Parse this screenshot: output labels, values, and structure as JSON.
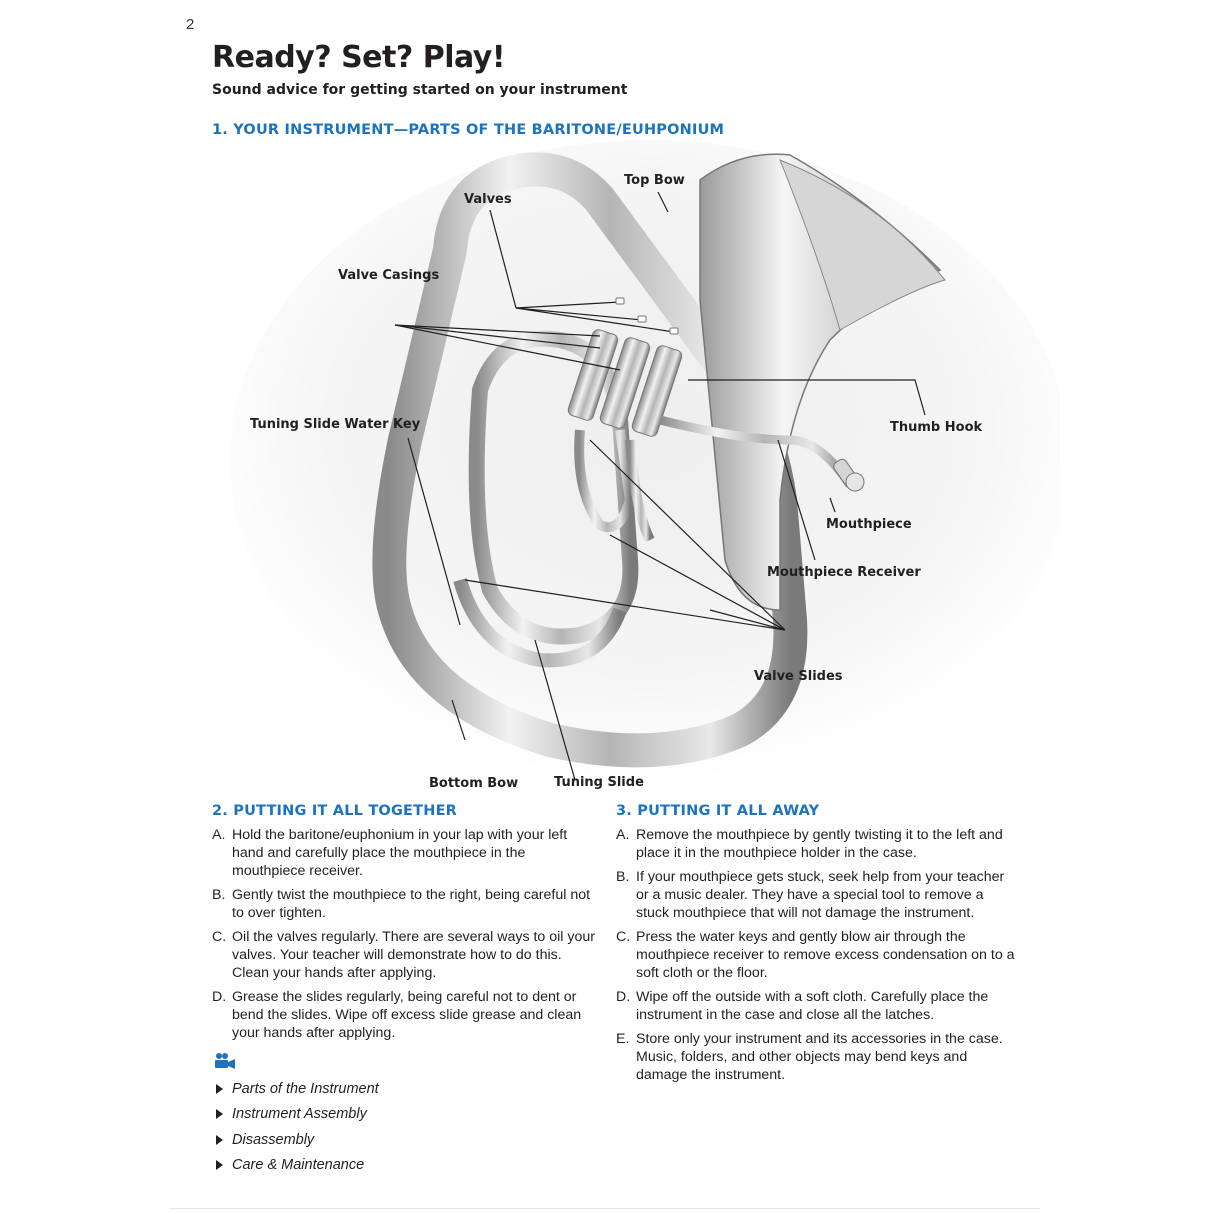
{
  "page_number": "2",
  "title": "Ready? Set? Play!",
  "subtitle": "Sound advice for getting started on your instrument",
  "section1": {
    "heading": "1. YOUR INSTRUMENT—PARTS OF THE BARITONE/EUHPONIUM",
    "labels": {
      "top_bow": "Top Bow",
      "valves": "Valves",
      "valve_casings": "Valve Casings",
      "tuning_slide_water_key": "Tuning Slide Water Key",
      "thumb_hook": "Thumb Hook",
      "mouthpiece": "Mouthpiece",
      "mouthpiece_receiver": "Mouthpiece Receiver",
      "valve_slides": "Valve Slides",
      "bottom_bow": "Bottom Bow",
      "tuning_slide": "Tuning Slide"
    }
  },
  "section2": {
    "heading": "2. PUTTING IT ALL TOGETHER",
    "items": [
      {
        "letter": "A.",
        "text": "Hold the baritone/euphonium in your lap with your left hand and carefully place the mouthpiece in the mouthpiece receiver."
      },
      {
        "letter": "B.",
        "text": "Gently twist the mouthpiece to the right, being careful not to over tighten."
      },
      {
        "letter": "C.",
        "text": "Oil the valves regularly. There are several ways to oil your valves. Your teacher will demonstrate how to do this. Clean your hands after applying."
      },
      {
        "letter": "D.",
        "text": "Grease the slides regularly, being careful not to dent or bend the slides. Wipe off excess slide grease and clean your hands after applying."
      }
    ],
    "video_icon": "video-camera-icon",
    "videos": [
      "Parts of the Instrument",
      "Instrument Assembly",
      "Disassembly",
      "Care & Maintenance"
    ]
  },
  "section3": {
    "heading": "3. PUTTING IT ALL AWAY",
    "items": [
      {
        "letter": "A.",
        "text": "Remove the mouthpiece by gently twisting it to the left and place it in the mouthpiece holder in the case."
      },
      {
        "letter": "B.",
        "text": "If your mouthpiece gets stuck, seek help from your teacher or a music dealer. They have a special tool to remove a stuck mouthpiece that will not damage the instrument."
      },
      {
        "letter": "C.",
        "text": "Press the water keys and gently blow air through the mouthpiece receiver to remove excess condensation on to a soft cloth or the floor."
      },
      {
        "letter": "D.",
        "text": "Wipe off the outside with a soft cloth. Carefully place the instrument in the case and close all the latches."
      },
      {
        "letter": "E.",
        "text": "Store only your instrument and its accessories in the case. Music, folders, and other objects may bend keys and damage the instrument."
      }
    ]
  },
  "colors": {
    "heading_blue": "#1e73be",
    "text": "#231f20"
  }
}
